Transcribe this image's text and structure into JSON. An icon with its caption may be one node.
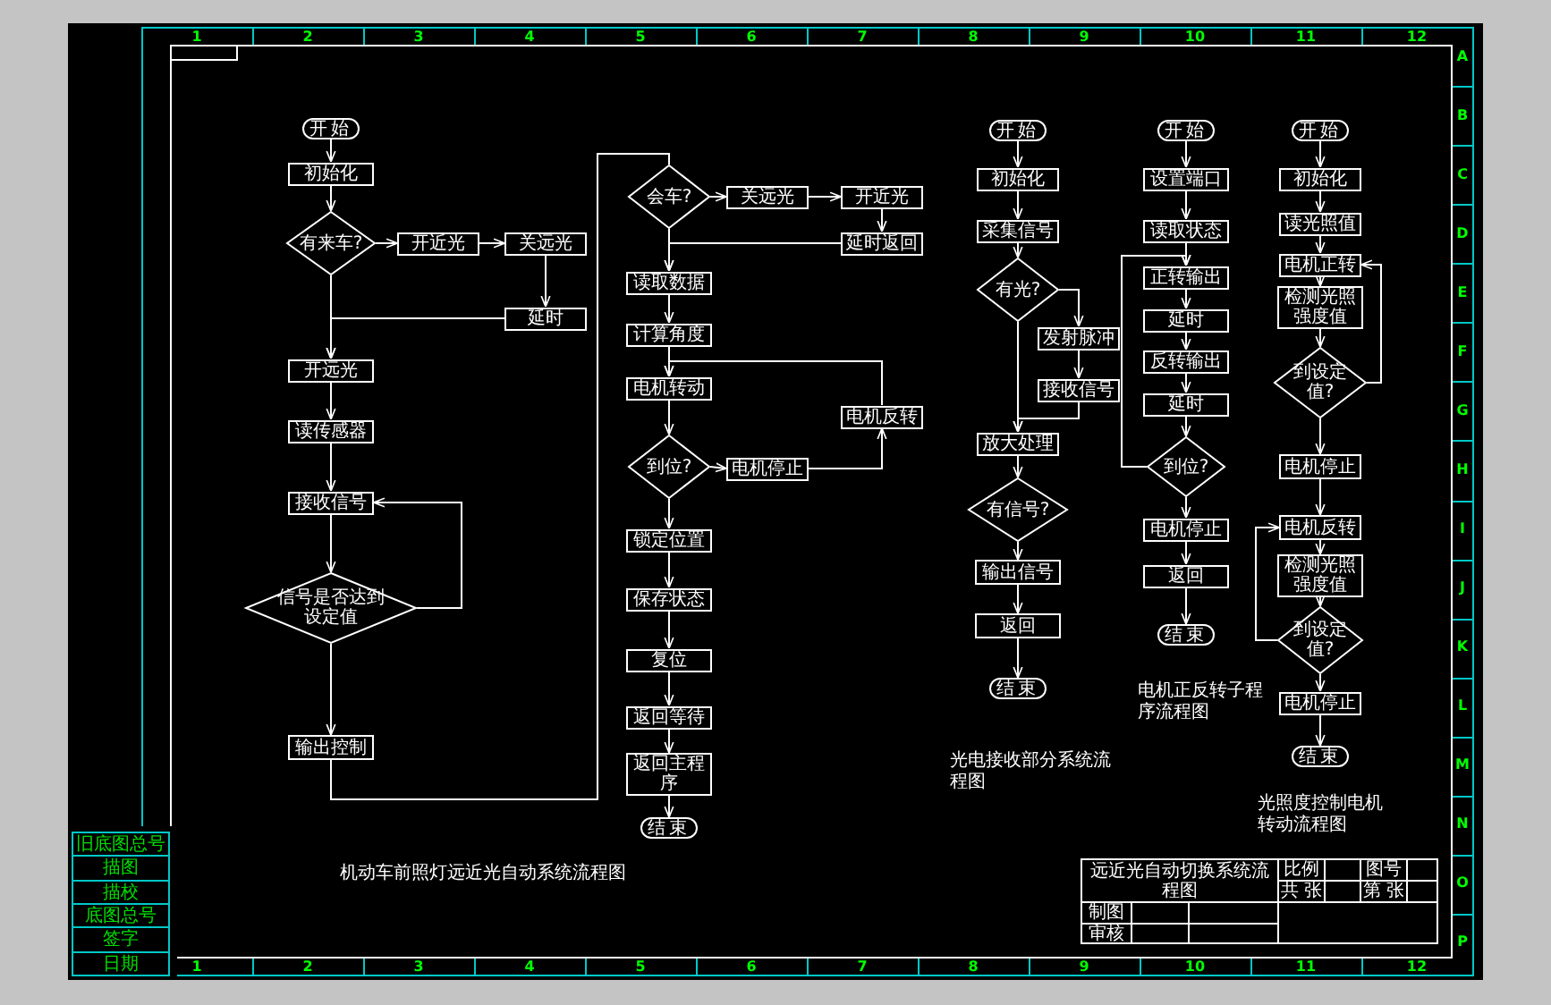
{
  "diagram": {
    "nodes": [
      {
        "text": [
          "开始"
        ]
      },
      {
        "text": [
          "初始化"
        ]
      },
      {
        "text": [
          "有来车?"
        ]
      },
      {
        "text": [
          "开近光"
        ]
      },
      {
        "text": [
          "关远光"
        ]
      },
      {
        "text": [
          "延时"
        ]
      },
      {
        "text": [
          "开远光"
        ]
      },
      {
        "text": [
          "读传感器"
        ]
      },
      {
        "text": [
          "接收信号"
        ]
      },
      {
        "text": [
          "信号是否达到设定值"
        ]
      },
      {
        "text": [
          "输出控制"
        ]
      },
      {
        "text": [
          "会车?"
        ]
      },
      {
        "text": [
          "关远光"
        ]
      },
      {
        "text": [
          "开近光"
        ]
      },
      {
        "text": [
          "延时返回"
        ]
      },
      {
        "text": [
          "读取数据"
        ]
      },
      {
        "text": [
          "计算角度"
        ]
      },
      {
        "text": [
          "电机转动"
        ]
      },
      {
        "text": [
          "到位?"
        ]
      },
      {
        "text": [
          "电机停止"
        ]
      },
      {
        "text": [
          "电机反转"
        ]
      },
      {
        "text": [
          "锁定位置"
        ]
      },
      {
        "text": [
          "保存状态"
        ]
      },
      {
        "text": [
          "复位"
        ]
      },
      {
        "text": [
          "返回等待"
        ]
      },
      {
        "text": [
          "返回主程序"
        ]
      },
      {
        "text": [
          "结束"
        ]
      },
      {
        "text": [
          "开始"
        ]
      },
      {
        "text": [
          "初始化"
        ]
      },
      {
        "text": [
          "采集信号"
        ]
      },
      {
        "text": [
          "有光?"
        ]
      },
      {
        "text": [
          "发射脉冲"
        ]
      },
      {
        "text": [
          "接收信号"
        ]
      },
      {
        "text": [
          "放大处理"
        ]
      },
      {
        "text": [
          "有信号?"
        ]
      },
      {
        "text": [
          "输出信号"
        ]
      },
      {
        "text": [
          "返回"
        ]
      },
      {
        "text": [
          "结束"
        ]
      },
      {
        "text": [
          "开始"
        ]
      },
      {
        "text": [
          "设置端口"
        ]
      },
      {
        "text": [
          "读取状态"
        ]
      },
      {
        "text": [
          "正转输出"
        ]
      },
      {
        "text": [
          "延时"
        ]
      },
      {
        "text": [
          "反转输出"
        ]
      },
      {
        "text": [
          "延时"
        ]
      },
      {
        "text": [
          "到位?"
        ]
      },
      {
        "text": [
          "电机停止"
        ]
      },
      {
        "text": [
          "返回"
        ]
      },
      {
        "text": [
          "结束"
        ]
      },
      {
        "text": [
          "开始"
        ]
      },
      {
        "text": [
          "初始化"
        ]
      },
      {
        "text": [
          "读光照值"
        ]
      },
      {
        "text": [
          "电机正转"
        ]
      },
      {
        "text": [
          "检测光照强度值"
        ]
      },
      {
        "text": [
          "到设定值?"
        ]
      },
      {
        "text": [
          "电机停止"
        ]
      },
      {
        "text": [
          "电机反转"
        ]
      },
      {
        "text": [
          "检测光照强度值"
        ]
      },
      {
        "text": [
          "到设定值?"
        ]
      },
      {
        "text": [
          "电机停止"
        ]
      },
      {
        "text": [
          "结束"
        ]
      }
    ],
    "edges": [
      {
        "from": 0,
        "to": 1,
        "arrow": "to"
      },
      {
        "from": 1,
        "to": 2,
        "arrow": "to"
      },
      {
        "from": 2,
        "to": 3,
        "arrow": "to"
      },
      {
        "from": 3,
        "to": 4,
        "arrow": "to"
      },
      {
        "from": 4,
        "to": 5,
        "arrow": "to"
      },
      {
        "from": 5,
        "to": 6,
        "arrow": "to"
      },
      {
        "from": 2,
        "to": 6,
        "arrow": "to"
      },
      {
        "from": 6,
        "to": 7,
        "arrow": "to"
      },
      {
        "from": 7,
        "to": 8,
        "arrow": "to"
      },
      {
        "from": 8,
        "to": 9,
        "arrow": "to"
      },
      {
        "from": 9,
        "to": 8,
        "arrow": "to"
      },
      {
        "from": 9,
        "to": 10,
        "arrow": "to"
      },
      {
        "from": 10,
        "to": 11,
        "arrow": "none"
      },
      {
        "from": 11,
        "to": 12,
        "arrow": "to"
      },
      {
        "from": 12,
        "to": 13,
        "arrow": "to"
      },
      {
        "from": 13,
        "to": 14,
        "arrow": "to"
      },
      {
        "from": 14,
        "to": 15,
        "arrow": "to"
      },
      {
        "from": 11,
        "to": 15,
        "arrow": "to"
      },
      {
        "from": 15,
        "to": 16,
        "arrow": "to"
      },
      {
        "from": 16,
        "to": 17,
        "arrow": "to"
      },
      {
        "from": 17,
        "to": 18,
        "arrow": "to"
      },
      {
        "from": 18,
        "to": 19,
        "arrow": "to"
      },
      {
        "from": 19,
        "to": 20,
        "arrow": "to"
      },
      {
        "from": 20,
        "to": 17,
        "arrow": "to"
      },
      {
        "from": 18,
        "to": 21,
        "arrow": "to"
      },
      {
        "from": 21,
        "to": 22,
        "arrow": "to"
      },
      {
        "from": 22,
        "to": 23,
        "arrow": "to"
      },
      {
        "from": 23,
        "to": 24,
        "arrow": "to"
      },
      {
        "from": 24,
        "to": 25,
        "arrow": "to"
      },
      {
        "from": 25,
        "to": 26,
        "arrow": "to"
      },
      {
        "from": 27,
        "to": 28,
        "arrow": "to"
      },
      {
        "from": 28,
        "to": 29,
        "arrow": "to"
      },
      {
        "from": 29,
        "to": 30,
        "arrow": "to"
      },
      {
        "from": 30,
        "to": 31,
        "arrow": "to"
      },
      {
        "from": 31,
        "to": 32,
        "arrow": "to"
      },
      {
        "from": 32,
        "to": 33,
        "arrow": "to"
      },
      {
        "from": 30,
        "to": 33,
        "arrow": "to"
      },
      {
        "from": 33,
        "to": 34,
        "arrow": "to"
      },
      {
        "from": 34,
        "to": 35,
        "arrow": "to"
      },
      {
        "from": 35,
        "to": 36,
        "arrow": "to"
      },
      {
        "from": 36,
        "to": 37,
        "arrow": "to"
      },
      {
        "from": 38,
        "to": 39,
        "arrow": "to"
      },
      {
        "from": 39,
        "to": 40,
        "arrow": "to"
      },
      {
        "from": 40,
        "to": 41,
        "arrow": "to"
      },
      {
        "from": 41,
        "to": 42,
        "arrow": "to"
      },
      {
        "from": 42,
        "to": 43,
        "arrow": "to"
      },
      {
        "from": 43,
        "to": 44,
        "arrow": "to"
      },
      {
        "from": 44,
        "to": 45,
        "arrow": "to"
      },
      {
        "from": 45,
        "to": 41,
        "arrow": "to"
      },
      {
        "from": 45,
        "to": 46,
        "arrow": "to"
      },
      {
        "from": 46,
        "to": 47,
        "arrow": "to"
      },
      {
        "from": 47,
        "to": 48,
        "arrow": "to"
      },
      {
        "from": 49,
        "to": 50,
        "arrow": "to"
      },
      {
        "from": 50,
        "to": 51,
        "arrow": "to"
      },
      {
        "from": 51,
        "to": 52,
        "arrow": "to"
      },
      {
        "from": 52,
        "to": 53,
        "arrow": "to"
      },
      {
        "from": 53,
        "to": 54,
        "arrow": "to"
      },
      {
        "from": 54,
        "to": 52,
        "arrow": "to"
      },
      {
        "from": 54,
        "to": 55,
        "arrow": "to"
      },
      {
        "from": 55,
        "to": 56,
        "arrow": "to"
      },
      {
        "from": 56,
        "to": 57,
        "arrow": "to"
      },
      {
        "from": 57,
        "to": 58,
        "arrow": "to"
      },
      {
        "from": 58,
        "to": 56,
        "arrow": "to"
      },
      {
        "from": 58,
        "to": 59,
        "arrow": "to"
      },
      {
        "from": 59,
        "to": 60,
        "arrow": "to"
      }
    ],
    "labels": [
      "1",
      "2",
      "3",
      "4",
      "5",
      "6",
      "7",
      "8",
      "9",
      "10",
      "11",
      "12",
      "A",
      "B",
      "C",
      "D",
      "E",
      "F",
      "G",
      "H",
      "I",
      "J",
      "K",
      "L",
      "M",
      "N",
      "O",
      "P",
      "机动车前照灯远近光自动系统流程图",
      "光电接收部分系统流程图",
      "电机正反转子程序流程图",
      "光照度控制电机转动流程图",
      "旧底图总号",
      "描图",
      "描校",
      "底图总号",
      "签字",
      "日期",
      "远近光自动切换系统流程图",
      "比例",
      "图号",
      "共 张",
      "第 张",
      "制图",
      "审核",
      "1",
      "2",
      "3",
      "4",
      "5",
      "6",
      "7",
      "8",
      "9",
      "10",
      "11",
      "12"
    ]
  }
}
